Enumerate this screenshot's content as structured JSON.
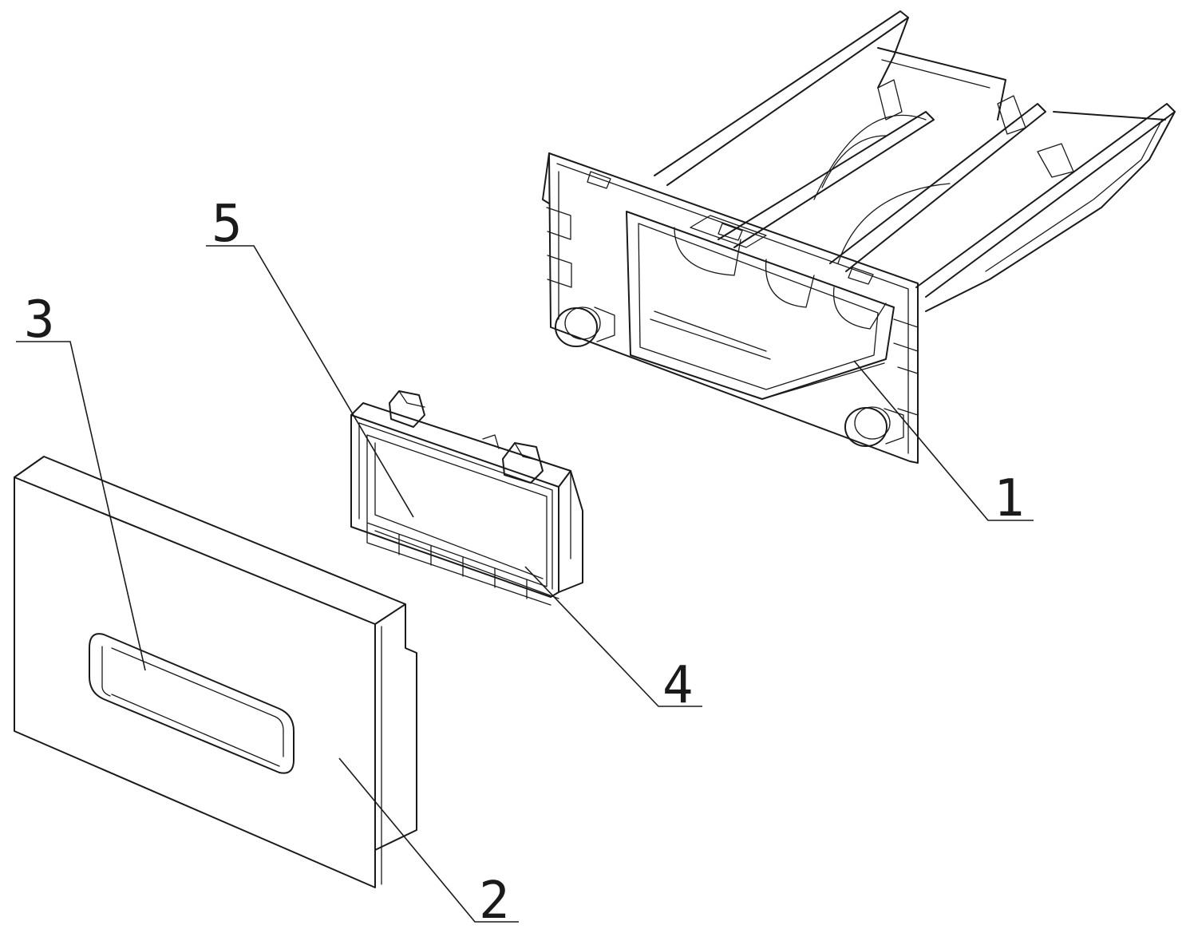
{
  "figure": {
    "callouts": [
      {
        "id": "1",
        "label": "1",
        "part": "dispenser-drawer-body"
      },
      {
        "id": "2",
        "label": "2",
        "part": "front-panel"
      },
      {
        "id": "3",
        "label": "3",
        "part": "handle-recess"
      },
      {
        "id": "4",
        "label": "4",
        "part": "insert-frame"
      },
      {
        "id": "5",
        "label": "5",
        "part": "insert-frame-cavity"
      }
    ],
    "colors": {
      "line": "#1a1a1a",
      "background": "#ffffff"
    }
  }
}
